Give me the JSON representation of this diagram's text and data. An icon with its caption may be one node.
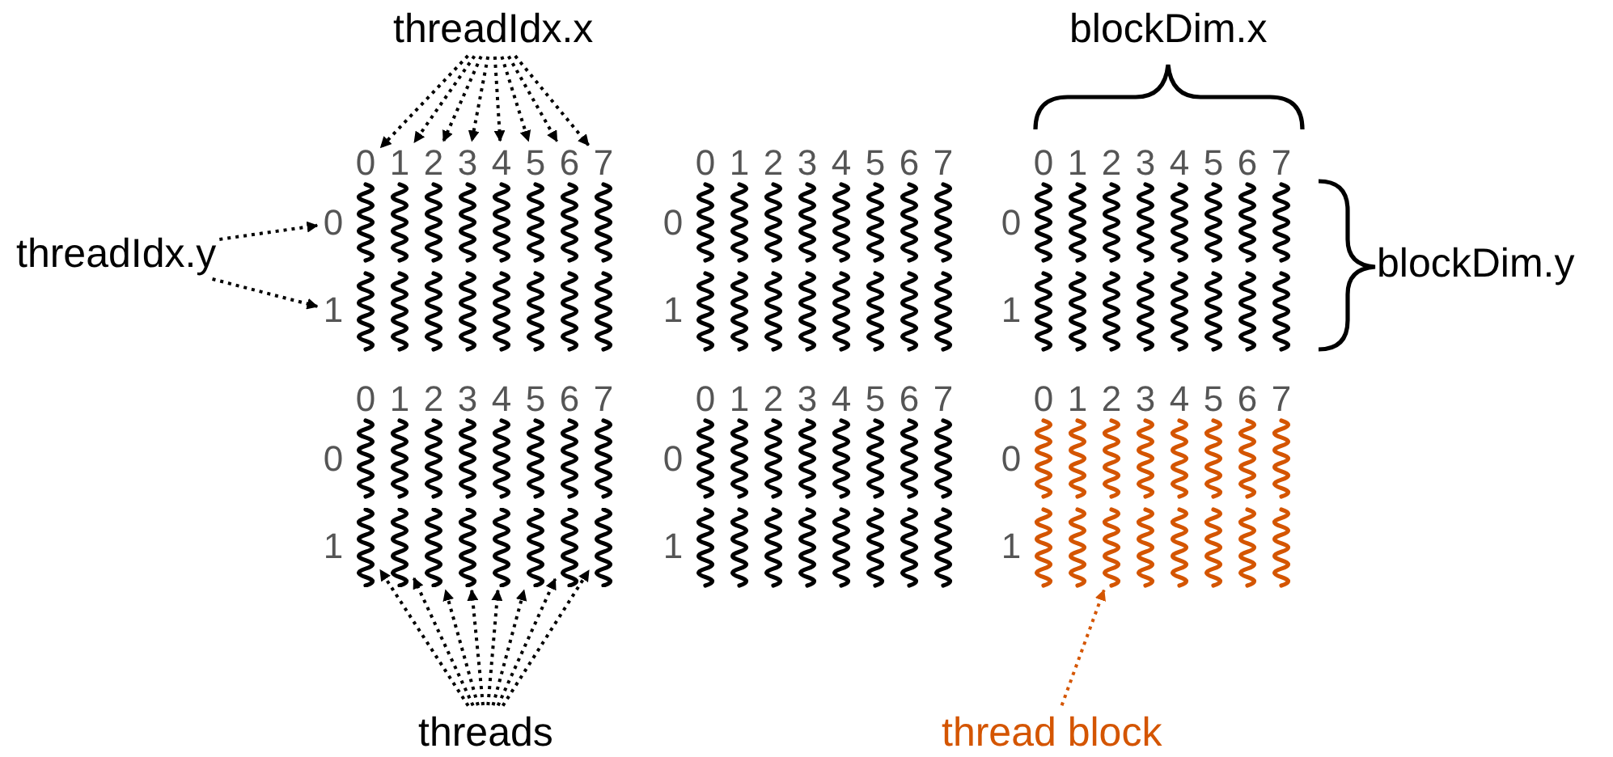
{
  "diagram": {
    "nodes": [
      {
        "text": [
          "threadIdx.x"
        ]
      },
      {
        "text": [
          "threadIdx.y"
        ]
      },
      {
        "text": [],
        "shape": "picture"
      },
      {
        "text": [
          "0"
        ],
        "in": 2
      },
      {
        "text": [
          "1"
        ],
        "in": 2
      },
      {
        "text": [
          "2"
        ],
        "in": 2
      },
      {
        "text": [
          "3"
        ],
        "in": 2
      },
      {
        "text": [
          "4"
        ],
        "in": 2
      },
      {
        "text": [
          "5"
        ],
        "in": 2
      },
      {
        "text": [
          "6"
        ],
        "in": 2
      },
      {
        "text": [
          "7"
        ],
        "in": 2
      },
      {
        "text": [
          "0"
        ],
        "in": 2
      },
      {
        "text": [
          "1"
        ],
        "in": 2
      },
      {
        "text": [],
        "shape": "picture"
      },
      {
        "text": [],
        "shape": "picture"
      },
      {
        "text": [],
        "shape": "picture"
      },
      {
        "text": [],
        "shape": "picture",
        "in": 15
      },
      {
        "text": [],
        "shape": "picture",
        "in": 15
      },
      {
        "text": [],
        "shape": "picture",
        "in": 15
      },
      {
        "text": [],
        "shape": "picture",
        "in": 15
      },
      {
        "text": [],
        "shape": "picture",
        "in": 15
      },
      {
        "text": [],
        "shape": "picture",
        "in": 15
      },
      {
        "text": [],
        "shape": "picture",
        "in": 15
      },
      {
        "text": [],
        "shape": "picture",
        "in": 15
      },
      {
        "text": [],
        "shape": "picture"
      },
      {
        "text": [],
        "shape": "picture"
      },
      {
        "text": [
          "threads"
        ]
      },
      {
        "text": [
          "thread block"
        ]
      }
    ],
    "edges": [
      {
        "from": 0,
        "to": 3,
        "arrow": "to",
        "style": "dashed"
      },
      {
        "from": 0,
        "to": 4,
        "arrow": "to",
        "style": "dashed"
      },
      {
        "from": 0,
        "to": 5,
        "arrow": "to",
        "style": "dashed"
      },
      {
        "from": 0,
        "to": 6,
        "arrow": "to",
        "style": "dashed"
      },
      {
        "from": 0,
        "to": 7,
        "arrow": "to",
        "style": "dashed"
      },
      {
        "from": 0,
        "to": 8,
        "arrow": "to",
        "style": "dashed"
      },
      {
        "from": 0,
        "to": 9,
        "arrow": "to",
        "style": "dashed"
      },
      {
        "from": 0,
        "to": 10,
        "arrow": "to",
        "style": "dashed"
      },
      {
        "from": 1,
        "to": 11,
        "arrow": "to",
        "style": "dashed"
      },
      {
        "from": 1,
        "to": 12,
        "arrow": "to",
        "style": "dashed"
      },
      {
        "from": 26,
        "to": 16,
        "arrow": "to",
        "style": "dashed"
      },
      {
        "from": 26,
        "to": 17,
        "arrow": "to",
        "style": "dashed"
      },
      {
        "from": 26,
        "to": 18,
        "arrow": "to",
        "style": "dashed"
      },
      {
        "from": 26,
        "to": 19,
        "arrow": "to",
        "style": "dashed"
      },
      {
        "from": 26,
        "to": 20,
        "arrow": "to",
        "style": "dashed"
      },
      {
        "from": 26,
        "to": 21,
        "arrow": "to",
        "style": "dashed"
      },
      {
        "from": 26,
        "to": 22,
        "arrow": "to",
        "style": "dashed"
      },
      {
        "from": 26,
        "to": 23,
        "arrow": "to",
        "style": "dashed"
      },
      {
        "from": 27,
        "to": 25,
        "arrow": "to",
        "style": "dashed",
        "color": "#d45500"
      }
    ],
    "labels": [
      "blockDim.x",
      "0",
      "1",
      "2",
      "3",
      "4",
      "5",
      "6",
      "7",
      "0",
      "1",
      "2",
      "3",
      "4",
      "5",
      "6",
      "7",
      "0",
      "0",
      "blockDim.y",
      "1",
      "1",
      "0",
      "1",
      "2",
      "3",
      "4",
      "5",
      "6",
      "7",
      "0",
      "1",
      "2",
      "3",
      "4",
      "5",
      "6",
      "7",
      "0",
      "1",
      "2",
      "3",
      "4",
      "5",
      "6",
      "7",
      "0",
      "0",
      "0",
      "1",
      "1",
      "1"
    ]
  }
}
